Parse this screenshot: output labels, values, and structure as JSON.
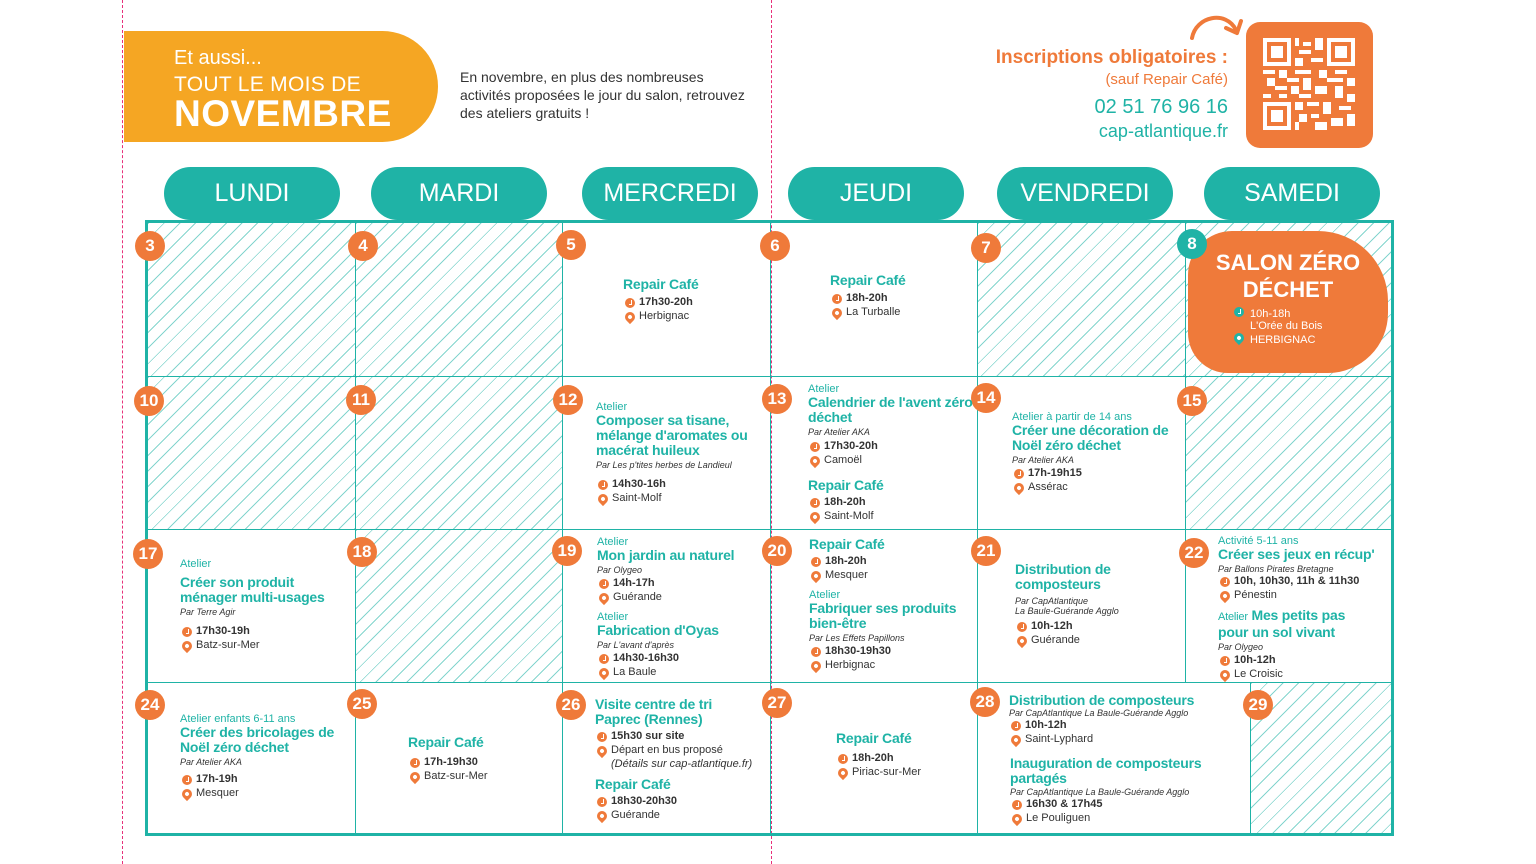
{
  "banner": {
    "line1": "Et aussi...",
    "line2": "TOUT LE MOIS DE",
    "line3": "NOVEMBRE"
  },
  "intro": "En novembre, en plus des nombreuses activités proposées le jour du salon, retrouvez des ateliers gratuits !",
  "registration": {
    "title": "Inscriptions obligatoires :",
    "note": "(sauf Repair Café)",
    "phone": "02 51 76 96 16",
    "website": "cap-atlantique.fr"
  },
  "days": [
    "LUNDI",
    "MARDI",
    "MERCREDI",
    "JEUDI",
    "VENDREDI",
    "SAMEDI"
  ],
  "dates": [
    "3",
    "4",
    "5",
    "6",
    "7",
    "8",
    "10",
    "11",
    "12",
    "13",
    "14",
    "15",
    "17",
    "18",
    "19",
    "20",
    "21",
    "22",
    "24",
    "25",
    "26",
    "27",
    "28",
    "29"
  ],
  "salon": {
    "title1": "SALON ZÉRO",
    "title2": "DÉCHET",
    "time": "10h-18h",
    "place1": "L'Orée du Bois",
    "place2": "HERBIGNAC"
  },
  "events": {
    "e5": {
      "title": "Repair Café",
      "time": "17h30-20h",
      "place": "Herbignac"
    },
    "e6": {
      "title": "Repair Café",
      "time": "18h-20h",
      "place": "La Turballe"
    },
    "e12": {
      "cat": "Atelier",
      "title": "Composer sa tisane, mélange d'aromates ou macérat huileux",
      "by": "Par Les p'tites herbes de Landieul",
      "time": "14h30-16h",
      "place": "Saint-Molf"
    },
    "e13a": {
      "cat": "Atelier",
      "title": "Calendrier de l'avent zéro déchet",
      "by": "Par Atelier AKA",
      "time": "17h30-20h",
      "place": "Camoël"
    },
    "e13b": {
      "title": "Repair Café",
      "time": "18h-20h",
      "place": "Saint-Molf"
    },
    "e14": {
      "cat": "Atelier à partir de 14 ans",
      "title": "Créer une décoration de Noël zéro déchet",
      "by": "Par Atelier AKA",
      "time": "17h-19h15",
      "place": "Assérac"
    },
    "e17": {
      "cat": "Atelier",
      "title": "Créer son produit ménager multi-usages",
      "by": "Par Terre Agir",
      "time": "17h30-19h",
      "place": "Batz-sur-Mer"
    },
    "e19a": {
      "cat": "Atelier",
      "title": "Mon jardin au naturel",
      "by": "Par Olygeo",
      "time": "14h-17h",
      "place": "Guérande"
    },
    "e19b": {
      "cat": "Atelier",
      "title": "Fabrication d'Oyas",
      "by": "Par L'avant d'après",
      "time": "14h30-16h30",
      "place": "La Baule"
    },
    "e20a": {
      "title": "Repair Café",
      "time": "18h-20h",
      "place": "Mesquer"
    },
    "e20b": {
      "cat": "Atelier",
      "title": "Fabriquer ses produits bien-être",
      "by": "Par Les Effets Papillons",
      "time": "18h30-19h30",
      "place": "Herbignac"
    },
    "e21": {
      "title": "Distribution de composteurs",
      "by1": "Par CapAtlantique",
      "by2": "La Baule-Guérande Agglo",
      "time": "10h-12h",
      "place": "Guérande"
    },
    "e22a": {
      "cat": "Activité 5-11 ans",
      "title": "Créer ses jeux en récup'",
      "by": "Par Ballons Pirates Bretagne",
      "time": "10h, 10h30, 11h & 11h30",
      "place": "Pénestin"
    },
    "e22b": {
      "cat": "Atelier",
      "title1": "Mes petits pas",
      "title2": "pour un sol vivant",
      "by": "Par Olygeo",
      "time": "10h-12h",
      "place": "Le Croisic"
    },
    "e24": {
      "cat": "Atelier enfants 6-11 ans",
      "title": "Créer des bricolages de Noël zéro déchet",
      "by": "Par Atelier AKA",
      "time": "17h-19h",
      "place": "Mesquer"
    },
    "e25": {
      "title": "Repair Café",
      "time": "17h-19h30",
      "place": "Batz-sur-Mer"
    },
    "e26a": {
      "title": "Visite centre de tri Paprec (Rennes)",
      "time": "15h30 sur site",
      "place": "Départ en bus proposé",
      "note": "(Détails sur cap-atlantique.fr)"
    },
    "e26b": {
      "title": "Repair Café",
      "time": "18h30-20h30",
      "place": "Guérande"
    },
    "e27": {
      "title": "Repair Café",
      "time": "18h-20h",
      "place": "Piriac-sur-Mer"
    },
    "e28a": {
      "title": "Distribution de composteurs",
      "by": "Par CapAtlantique La Baule-Guérande Agglo",
      "time": "10h-12h",
      "place": "Saint-Lyphard"
    },
    "e28b": {
      "title": "Inauguration de composteurs partagés",
      "by": "Par CapAtlantique La Baule-Guérande Agglo",
      "time": "16h30 & 17h45",
      "place": "Le Pouliguen"
    }
  },
  "colors": {
    "teal": "#1fb3a6",
    "orange": "#ef7a3a",
    "yellow": "#f5a623",
    "cut_line": "#e8307a"
  },
  "icons": [
    "clock-icon",
    "location-pin-icon",
    "arrow-icon",
    "qr-code"
  ]
}
